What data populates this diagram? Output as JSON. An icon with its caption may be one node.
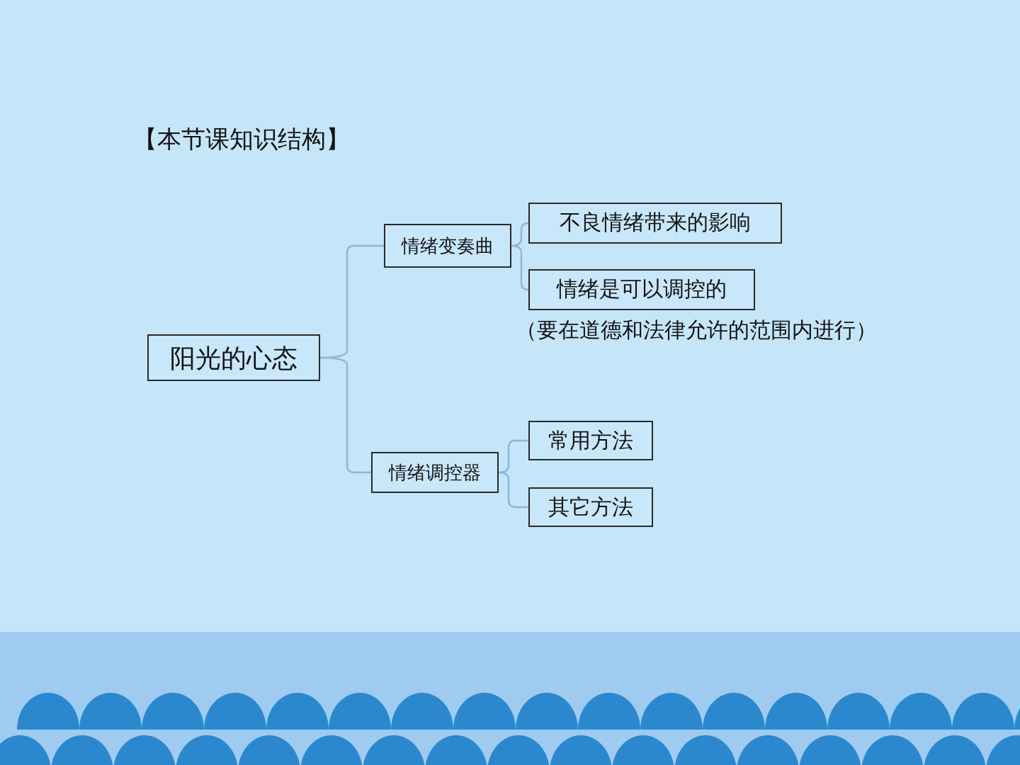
{
  "diagram": {
    "title": "【本节课知识结构】",
    "nodes": [
      {
        "text": [
          "阳光的心态"
        ]
      },
      {
        "text": [
          "情绪变奏曲"
        ]
      },
      {
        "text": [
          "情绪调控器"
        ]
      },
      {
        "text": [
          "不良情绪带来的影响"
        ]
      },
      {
        "text": [
          "情绪是可以调控的"
        ],
        "beside": [
          "（要在道德和法律允许的范围内进行）"
        ]
      },
      {
        "text": [
          "常用方法"
        ]
      },
      {
        "text": [
          "其它方法"
        ]
      }
    ],
    "edges": [
      {
        "from": 0,
        "to": 1,
        "arrow": "none"
      },
      {
        "from": 0,
        "to": 2,
        "arrow": "none"
      },
      {
        "from": 1,
        "to": 3,
        "arrow": "none"
      },
      {
        "from": 1,
        "to": 4,
        "arrow": "none"
      },
      {
        "from": 2,
        "to": 5,
        "arrow": "none"
      },
      {
        "from": 2,
        "to": 6,
        "arrow": "none"
      }
    ]
  }
}
